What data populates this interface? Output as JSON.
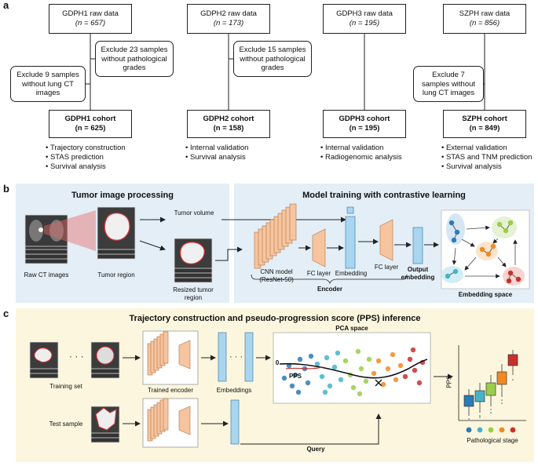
{
  "panel_a": {
    "label": "a",
    "sources": [
      {
        "raw": "GDPH1 raw data",
        "n": "(n = 657)",
        "exclusions": [
          "Exclude 9 samples without lung CT images",
          "Exclude 23 samples without pathological grades"
        ],
        "cohort": "GDPH1 cohort",
        "cohort_n": "(n = 625)",
        "uses": [
          "Trajectory construction",
          "STAS prediction",
          "Survival analysis"
        ]
      },
      {
        "raw": "GDPH2 raw data",
        "n": "(n = 173)",
        "exclusions": [
          "Exclude 15 samples without pathological grades"
        ],
        "cohort": "GDPH2 cohort",
        "cohort_n": "(n = 158)",
        "uses": [
          "Internal validation",
          "Survival analysis"
        ]
      },
      {
        "raw": "GDPH3 raw data",
        "n": "(n = 195)",
        "exclusions": [],
        "cohort": "GDPH3 cohort",
        "cohort_n": "(n = 195)",
        "uses": [
          "Internal validation",
          "Radiogenomic analysis"
        ]
      },
      {
        "raw": "SZPH raw data",
        "n": "(n = 856)",
        "exclusions": [
          "Exclude 7 samples without lung CT images"
        ],
        "cohort": "SZPH cohort",
        "cohort_n": "(n = 849)",
        "uses": [
          "External validation",
          "STAS and TNM prediction",
          "Survival analysis"
        ]
      }
    ]
  },
  "panel_b": {
    "label": "b",
    "left_title": "Tumor image processing",
    "right_title": "Model training with contrastive learning",
    "raw_ct": "Raw CT images",
    "tumor_region": "Tumor region",
    "tumor_volume": "Tumor volume",
    "resized": "Resized tumor region",
    "cnn": "CNN model (ResNet-50)",
    "fc1": "FC layer",
    "embedding": "Embedding",
    "fc2": "FC layer",
    "output": "Output embedding",
    "encoder": "Encoder",
    "space": "Embedding space"
  },
  "panel_c": {
    "label": "c",
    "title": "Trajectory construction and pseudo-progression score (PPS) inference",
    "training_set": "Training set",
    "trained_encoder": "Trained encoder",
    "embeddings": "Embeddings",
    "test_sample": "Test sample",
    "query": "Query",
    "pca_title": "PCA space",
    "zero": "0",
    "pps_curve": "PPS",
    "pps_axis": "PPS",
    "path_stage": "Pathological stage",
    "stage_colors": [
      "#2c7bb6",
      "#46b3c9",
      "#9acd4a",
      "#f08a24",
      "#c9302c"
    ]
  },
  "colors": {
    "panel_b_bg": "#e3eef7",
    "panel_c_bg": "#fbf6dd",
    "layer_orange": "#f6c5a0",
    "layer_blue": "#a9d6ee"
  }
}
